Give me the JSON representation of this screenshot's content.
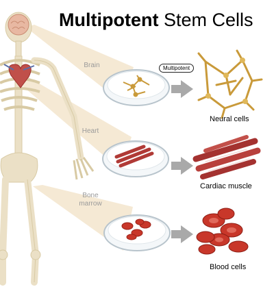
{
  "title": {
    "bold": "Multipotent",
    "rest": "Stem Cells"
  },
  "badge": "Multipotent",
  "sources": [
    {
      "label": "Brain"
    },
    {
      "label": "Heart"
    },
    {
      "label": "Bone marrow",
      "line1": "Bone",
      "line2": "marrow"
    }
  ],
  "results": [
    {
      "label": "Neural cells"
    },
    {
      "label": "Cardiac muscle"
    },
    {
      "label": "Blood cells"
    }
  ],
  "colors": {
    "beam": "#f1e2c6",
    "dish_rim": "#b8c4cc",
    "neural": "#c99a3a",
    "muscle": "#b03a36",
    "blood": "#c8372a",
    "arrow": "#a9a9a9",
    "bone": "#ebe0c6"
  }
}
